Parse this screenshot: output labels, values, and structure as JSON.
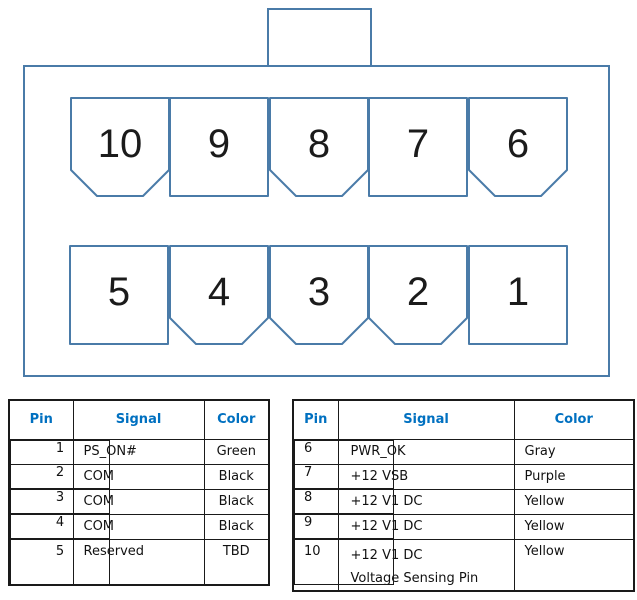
{
  "connector": {
    "top_row_pins": [
      "10",
      "9",
      "8",
      "7",
      "6"
    ],
    "bottom_row_pins": [
      "5",
      "4",
      "3",
      "2",
      "1"
    ]
  },
  "pin_table_left": {
    "headers": {
      "pin": "Pin",
      "signal": "Signal",
      "color": "Color"
    },
    "rows": [
      {
        "pin": "1",
        "signal": "PS_ON#",
        "color": "Green"
      },
      {
        "pin": "2",
        "signal": "COM",
        "color": "Black"
      },
      {
        "pin": "3",
        "signal": "COM",
        "color": "Black"
      },
      {
        "pin": "4",
        "signal": "COM",
        "color": "Black"
      },
      {
        "pin": "5",
        "signal": "Reserved",
        "color": "TBD"
      }
    ]
  },
  "pin_table_right": {
    "headers": {
      "pin": "Pin",
      "signal": "Signal",
      "color": "Color"
    },
    "rows": [
      {
        "pin": "6",
        "signal": "PWR_OK",
        "color": "Gray"
      },
      {
        "pin": "7",
        "signal": "+12 VSB",
        "color": "Purple"
      },
      {
        "pin": "8",
        "signal": "+12 V1 DC",
        "color": "Yellow"
      },
      {
        "pin": "9",
        "signal": "+12 V1 DC",
        "color": "Yellow"
      },
      {
        "pin": "10",
        "signal": "+12 V1 DC",
        "signal_line2": "Voltage Sensing Pin",
        "color": "Yellow"
      }
    ]
  },
  "colors": {
    "header_text_blue": "#0070C0",
    "connector_outline_blue": "#4A7BA8",
    "table_border": "#1A1A1A",
    "pin_number_text": "#1B1B1B"
  }
}
